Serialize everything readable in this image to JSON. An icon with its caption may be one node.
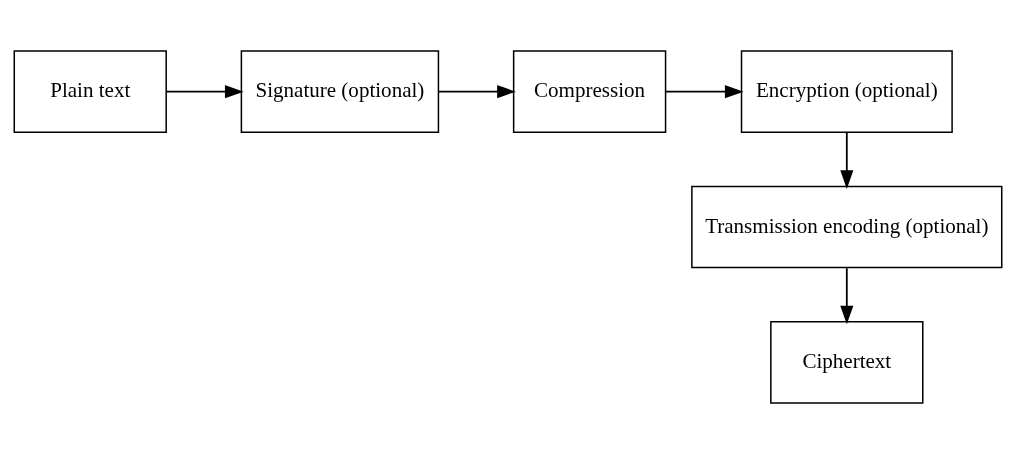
{
  "diagram": {
    "nodes": [
      {
        "text": [
          "Plain text"
        ]
      },
      {
        "text": [
          "Signature (optional)"
        ]
      },
      {
        "text": [
          "Compression"
        ]
      },
      {
        "text": [
          "Encryption (optional)"
        ]
      },
      {
        "text": [
          "Transmission encoding (optional)"
        ]
      },
      {
        "text": [
          "Ciphertext"
        ]
      }
    ],
    "edges": [
      {
        "from": 0,
        "to": 1,
        "arrow": "to"
      },
      {
        "from": 1,
        "to": 2,
        "arrow": "to"
      },
      {
        "from": 2,
        "to": 3,
        "arrow": "to"
      },
      {
        "from": 3,
        "to": 4,
        "arrow": "to"
      },
      {
        "from": 4,
        "to": 5,
        "arrow": "to"
      }
    ]
  }
}
